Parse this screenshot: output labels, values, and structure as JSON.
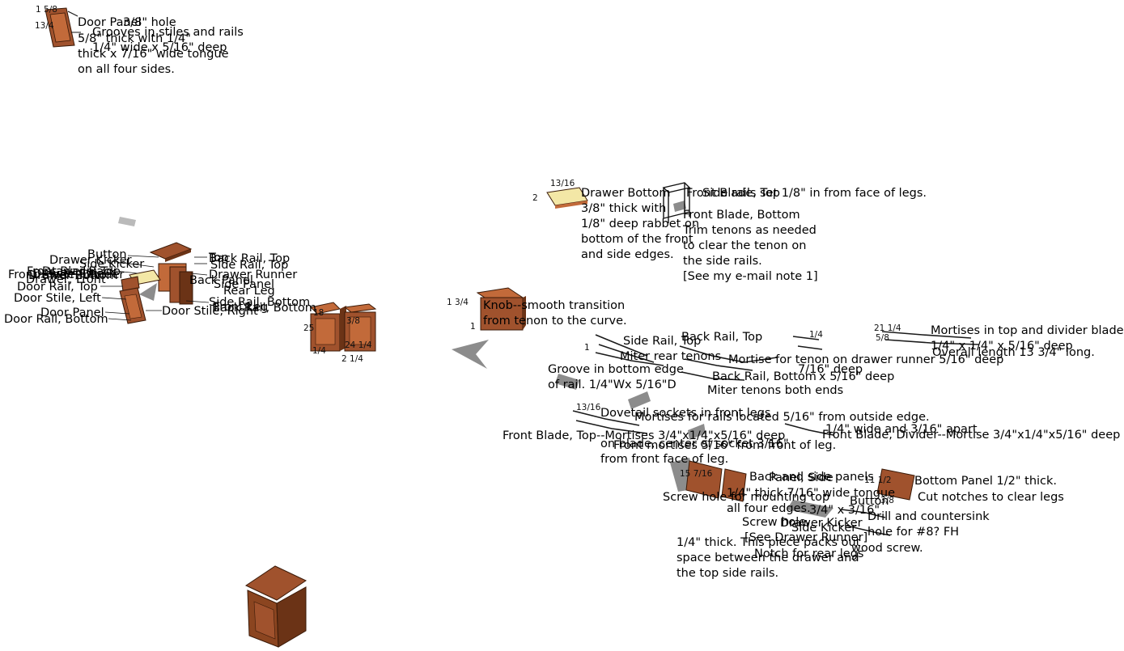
{
  "colors": {
    "wood": "#a0522d",
    "wood_dark": "#6b3316",
    "wood_light": "#c26a3a",
    "panel_yellow": "#f3e7a6",
    "arrow_gray": "#8c8c8c",
    "line": "#111111"
  },
  "notes": {
    "door_panel": "Door Panel",
    "knob_hole": "3/8\" hole",
    "panel_thick": "5/8\" thick with 1/4\"\nthick x 7/16\" wide tongue\non all four sides.",
    "grooves_stiles": "Grooves in stiles and rails\n1/4\" wide x 5/16\" deep",
    "drawer_bottom": "Drawer Bottom\n3/8\" thick with\n1/8\" deep rabbet on\nbottom of the front\nand side edges.",
    "front_blade_top": "Front Blade, Top",
    "rails_inset": "Side rails set 1/8\" in from face of legs.",
    "front_blade_bottom": "Front Blade, Bottom\nTrim tenons as needed\nto clear the tenon on\nthe side rails.\n[See my e-mail note 1]",
    "knob": "Knob--smooth transition\nfrom tenon to the curve.",
    "mortises_top_divider": "Mortises in top and divider blades\n1/4\" x 1/4\" x 5/16\" deep",
    "overall_length": "Overall length 13 3/4\" long.",
    "back_rail_top": "Back Rail, Top",
    "side_rail_top": "Side Rail, Top",
    "miter_rear_tenons": "Miter rear tenons",
    "mortise_runner": "Mortise for tenon on drawer runner 5/16\" deep",
    "mortise_716": "7/16\" deep",
    "groove_bottom_edge": "Groove in bottom edge\nof rail. 1/4\"Wx 5/16\"D",
    "back_rail_bottom": "Back Rail, Bottom",
    "mortise_516": "x 5/16\" deep",
    "miter_both_ends": "Miter tenons both ends",
    "dovetail_sockets": "Dovetail sockets in front legs",
    "mortises_rails": "Mortises for rails located 5/16\" from outside edge.",
    "front_blade_top_mortises": "Front Blade, Top--Mortises 3/4\"x1/4\"x5/16\" deep",
    "blade_center": "on blade, center of socket 3/16\"\nfrom front face of leg.",
    "front_mortises": "Front mortises 5/16\" from front of leg.",
    "wide_apart": "1/4\" wide and 3/16\" apart",
    "blade_divider": "Front Blade, Divider--Mortise 3/4\"x1/4\"x5/16\" deep",
    "back_side_panels": "Back and side panels",
    "panel_side": "Panel, Side",
    "panel_thick_edges": "1/4\" thick 7/16\" wide tongue\nall four edges.",
    "bottom_panel": "Bottom Panel 1/2\" thick.",
    "cut_notches": "Cut notches to clear legs",
    "screw_hole_mount": "Screw hole for mounting top",
    "button_label": "Button",
    "button_dim": "3/4\" x 3/16\"",
    "screw_hole": "Screw hole",
    "drill_countersink": "Drill and countersink\nhole for #8? FH",
    "wood_screw": "wood screw.",
    "drawer_kicker": "Drawer Kicker",
    "side_kicker": "Side Kicker",
    "see_drawer_runner": "[See Drawer Runner]",
    "notch_rear_legs": "Notch for rear legs",
    "kicker_quarter": "1/4\" thick. This piece packs out\nspace between the drawer and\nthe top side rails."
  },
  "parts": {
    "button": "Button",
    "drawer_kicker": "Drawer Kicker",
    "side_kicker": "Side Kicker",
    "top": "Top",
    "back_rail_top": "Back Rail, Top",
    "side_rail_top": "Side Rail, Top",
    "drawer_runner": "Drawer Runner",
    "front_blade_top": "Front Blade, Top",
    "drawer_back": "Drawer Back",
    "drawer_side": "Drawer Side",
    "front_blade_divider": "Front Blade, Divider",
    "drawer_bottom": "Drawer Bottom",
    "drawer_front": "Drawer, Front",
    "side_panel": "Side Panel",
    "back_panel": "Back Panel",
    "rear_leg": "Rear Leg",
    "door_rail_top": "Door Rail, Top",
    "door_stile_left": "Door Stile, Left",
    "side_rail_bottom": "Side Rail, Bottom",
    "back_rail_bottom": "Back Rail, Bottom",
    "front_leg": "Front Leg",
    "door_stile_right": "Door Stile, Right",
    "door_panel": "Door Panel",
    "door_rail_bottom": "Door Rail, Bottom"
  },
  "dims": {
    "d1": "1 5/8",
    "d2": "13/16",
    "d3": "1 3/4",
    "d4": "21 1/4",
    "d5": "13/16",
    "d6": "2",
    "d7": "18",
    "d8": "3/8",
    "d9": "25",
    "d10": "1/4",
    "d11": "24 1/4",
    "d12": "2 1/4",
    "d13": "1",
    "d14": "15 7/16",
    "d15": "11 1/2",
    "d16": "3/8",
    "d17": "5/8",
    "d18": "1/4",
    "d19": "1",
    "d20": "13/4"
  }
}
